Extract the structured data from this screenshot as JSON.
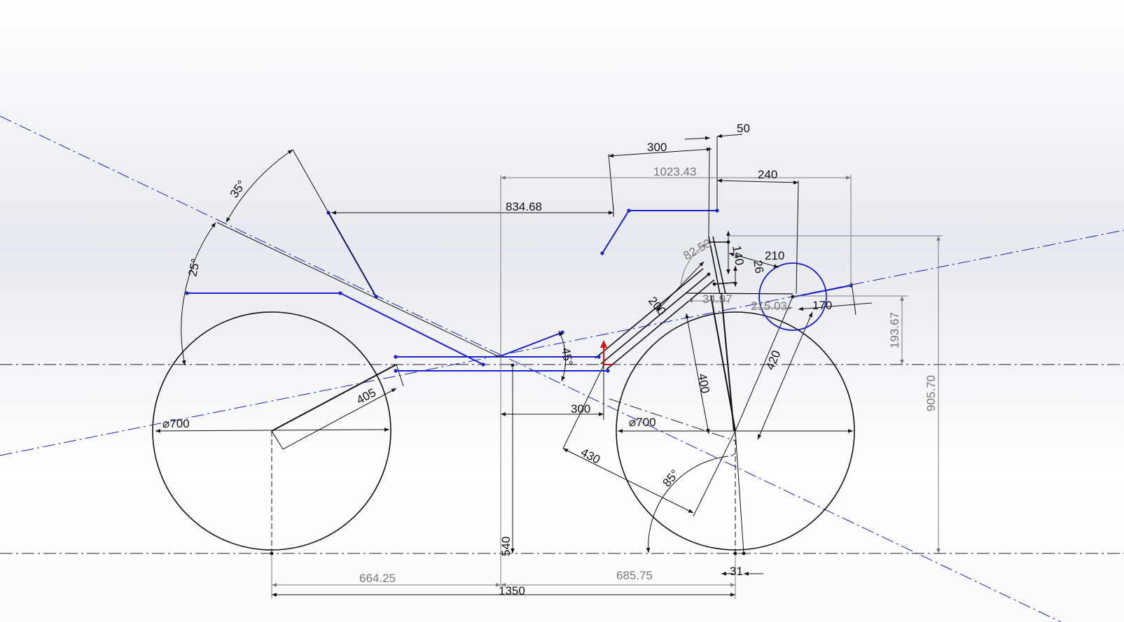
{
  "sketch": {
    "title": "",
    "colors": {
      "geometry": "#000000",
      "construction": "#1a22c8",
      "driven_dimension": "#7a7a7a",
      "origin_marker": "#e01010"
    },
    "dimensions": {
      "wheel_rear_diameter": "⌀700",
      "wheel_front_diameter": "⌀700",
      "rear_spoke_length": "405",
      "angle_25": "25°",
      "angle_35": "35°",
      "top_horizontal": "834.68",
      "overall_span_gray": "1023.43",
      "seat_300": "300",
      "head_offset_50": "50",
      "reach_240": "240",
      "angle_82_53": "82.53",
      "height_140": "140",
      "offset_26": "26",
      "handle_210": "210",
      "frame_200": "200",
      "gray_34_97": "34.97",
      "gray_215_03": "215.03",
      "handle_170": "170",
      "gray_193_67": "193.67",
      "height_905_70": "905.70",
      "angle_45": "45°",
      "horizontal_300": "300",
      "front_400": "400",
      "front_420": "420",
      "fork_430": "430",
      "angle_85": "85°",
      "vertical_540": "540",
      "rear_664_25": "664.25",
      "front_685_75": "685.75",
      "wheelbase_1350": "1350",
      "trail_31": "31"
    }
  }
}
